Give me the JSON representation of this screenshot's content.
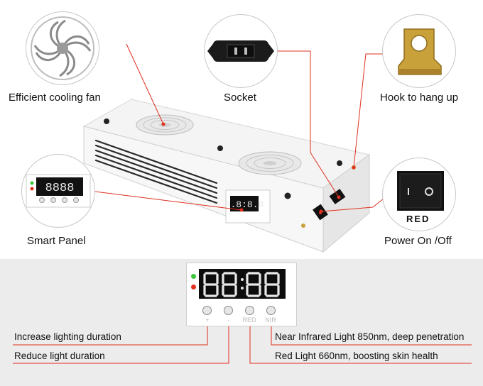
{
  "callouts": {
    "fan": "Efficient cooling fan",
    "socket": "Socket",
    "hook": "Hook to hang up",
    "panel": "Smart Panel",
    "power": "Power On /Off"
  },
  "switch_label": "RED",
  "panel_buttons": [
    "+",
    "-",
    "RED",
    "NIR"
  ],
  "descriptions": {
    "increase": "Increase lighting duration",
    "reduce": "Reduce light duration",
    "nir": "Near Infrared Light 850nm, deep penetration",
    "red": "Red Light 660nm, boosting skin health"
  },
  "colors": {
    "leader": "#e0301e",
    "led_green": "#3cc63c",
    "led_red": "#e0301e"
  }
}
